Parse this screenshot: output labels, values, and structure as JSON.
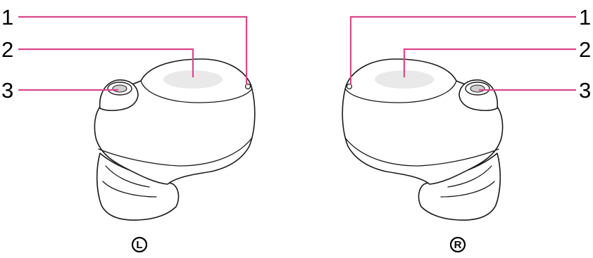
{
  "left_earbud": {
    "callouts": [
      "1",
      "2",
      "3"
    ],
    "side_mark": "L"
  },
  "right_earbud": {
    "callouts": [
      "1",
      "2",
      "3"
    ],
    "side_mark": "R"
  },
  "colors": {
    "leader_line": "#d9478c",
    "outline": "#1a1a1a",
    "touch_sensor_area": "#e9e9e9"
  }
}
